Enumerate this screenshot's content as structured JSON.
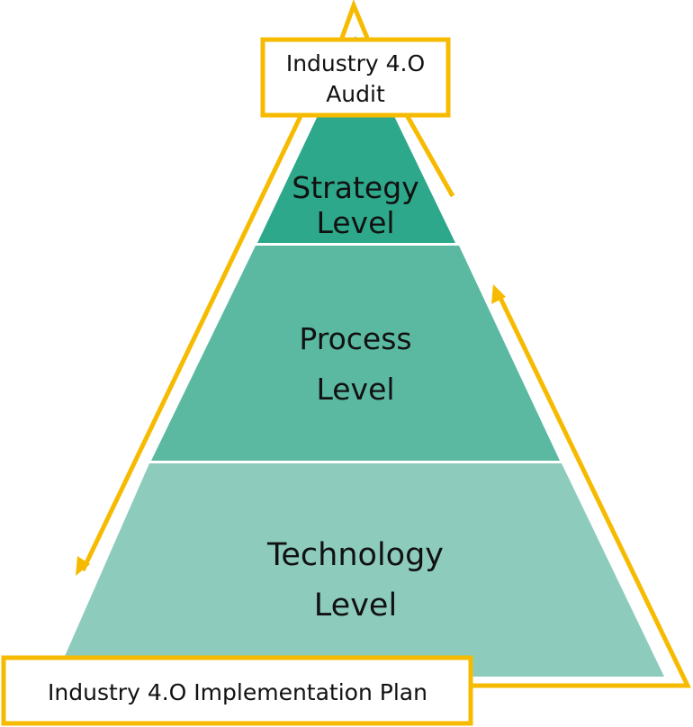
{
  "colors": {
    "strategy_fill": "#2ea88a",
    "process_fill": "#5bb9a2",
    "technology_fill": "#8dccbd",
    "arrow_color": "#f6bb00",
    "box_border": "#f6bb00",
    "separator": "#ffffff"
  },
  "levels": {
    "strategy": {
      "line1": "Strategy",
      "line2": "Level"
    },
    "process": {
      "line1": "Process",
      "line2": "Level"
    },
    "technology": {
      "line1": "Technology",
      "line2": "Level"
    }
  },
  "audit_box": {
    "line1": "Industry 4.O",
    "line2": "Audit"
  },
  "plan_box": {
    "label": "Industry 4.O Implementation Plan"
  }
}
